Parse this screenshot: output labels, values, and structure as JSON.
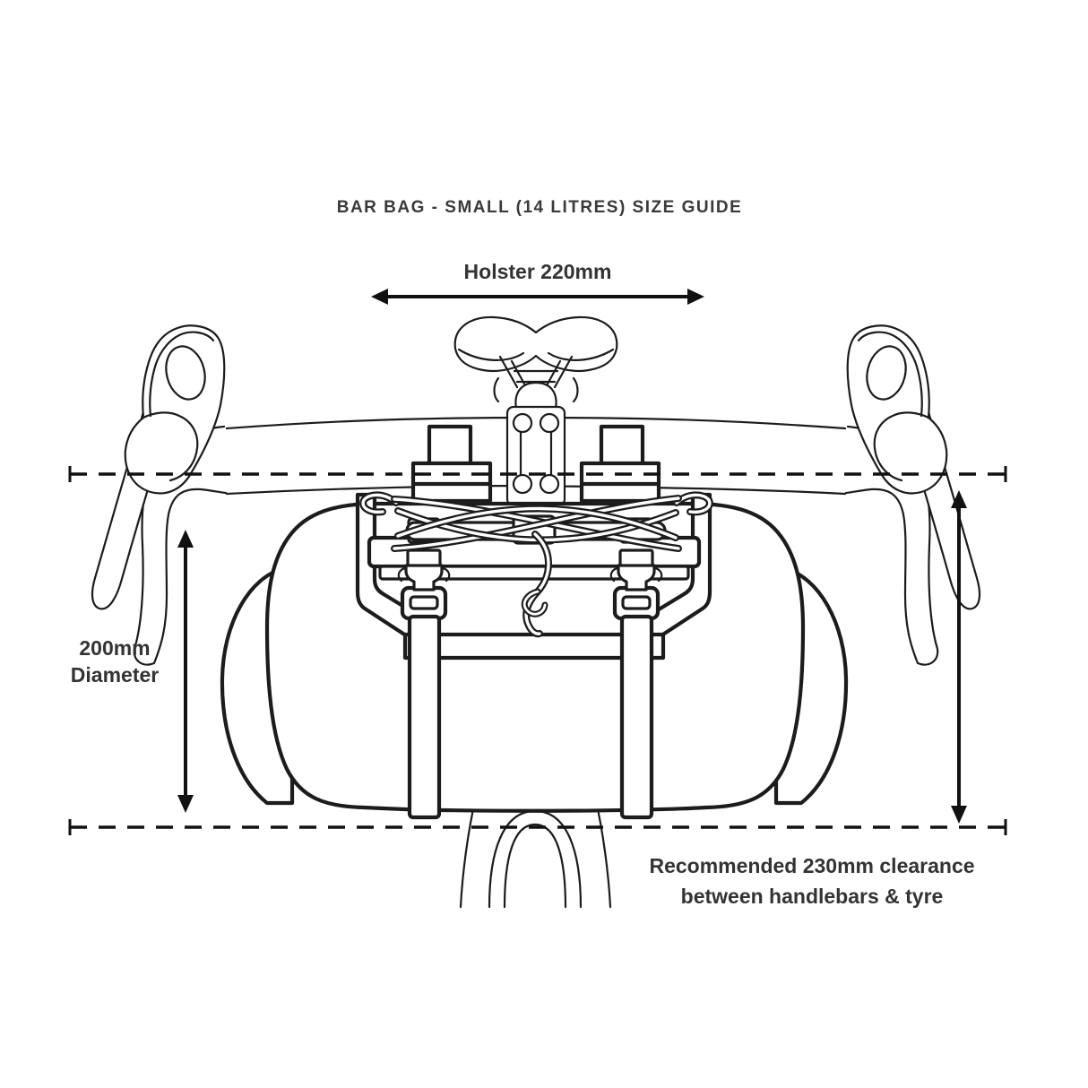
{
  "title": "BAR BAG - SMALL (14 LITRES) SIZE GUIDE",
  "annotations": {
    "holster": "Holster 220mm",
    "diameter_line1": "200mm",
    "diameter_line2": "Diameter",
    "clearance_line1": "Recommended 230mm clearance",
    "clearance_line2": "between handlebars & tyre"
  },
  "colors": {
    "ink": "#1c1c1c",
    "dimension": "#111111",
    "title_text": "#3a3a3a",
    "label_text": "#333333",
    "background": "#ffffff"
  },
  "figure_parts": [
    "saddle",
    "seatpost",
    "stem",
    "handlebar",
    "brake-hood",
    "brake-lever",
    "drop-bar",
    "bar-mount-blocks",
    "holster-frame",
    "bungee-cords",
    "roll-top-closure",
    "pull-cord",
    "side-release-buckles",
    "straps",
    "dry-bag",
    "fork",
    "tyre"
  ]
}
